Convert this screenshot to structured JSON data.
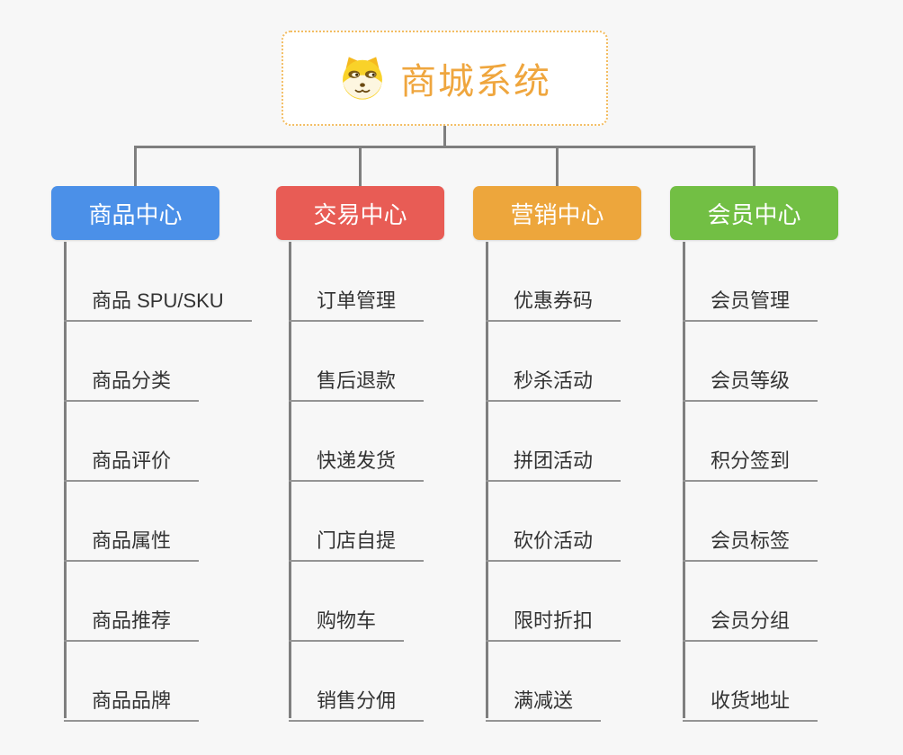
{
  "page": {
    "background_color": "#f7f7f7",
    "connector_color": "#7f7f7f",
    "item_text_color": "#333333",
    "item_underline_color": "#949494"
  },
  "root": {
    "label": "商城系统",
    "icon": "doge-face-icon",
    "text_color": "#efa63e",
    "border_color": "#f3bd62",
    "background": "#ffffff"
  },
  "branches": [
    {
      "label": "商品中心",
      "color": "#4b90e8",
      "items": [
        "商品 SPU/SKU",
        "商品分类",
        "商品评价",
        "商品属性",
        "商品推荐",
        "商品品牌"
      ]
    },
    {
      "label": "交易中心",
      "color": "#e85c55",
      "items": [
        "订单管理",
        "售后退款",
        "快递发货",
        "门店自提",
        "购物车",
        "销售分佣"
      ]
    },
    {
      "label": "营销中心",
      "color": "#eda63c",
      "items": [
        "优惠券码",
        "秒杀活动",
        "拼团活动",
        "砍价活动",
        "限时折扣",
        "满减送"
      ]
    },
    {
      "label": "会员中心",
      "color": "#72bf44",
      "items": [
        "会员管理",
        "会员等级",
        "积分签到",
        "会员标签",
        "会员分组",
        "收货地址"
      ]
    }
  ]
}
